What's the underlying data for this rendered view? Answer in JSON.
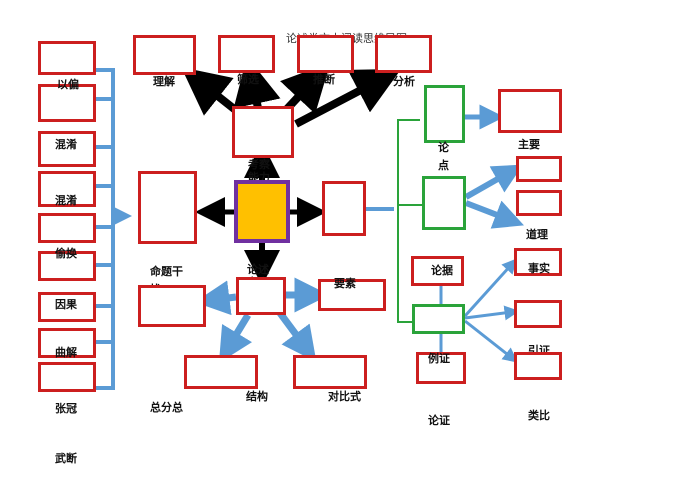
{
  "title": "论述类文本阅读思维导图",
  "center": "论述文章",
  "topic_ability": "考察能力",
  "abilities": [
    "理解",
    "筛选",
    "推断",
    "分析"
  ],
  "distractor": "命题干扰",
  "distractor_types": [
    "以偏",
    "混淆",
    "混淆",
    "偷换",
    "因果",
    "曲解",
    "张冠",
    "武断"
  ],
  "elements": "要素",
  "structure": [
    "总分总",
    "结构",
    "对比式"
  ],
  "argument_branch": {
    "lundian": "论点",
    "main_view": "主要观点",
    "reason": "道理",
    "lunju": "论据",
    "fact": "事实",
    "quote": "引证",
    "example": "例证",
    "lunzheng": "论证",
    "analogy": "类比"
  },
  "colors": {
    "red": "#cc1f1f",
    "green": "#2aa33a",
    "blue": "#5b9bd5",
    "black": "#000000",
    "center_fill": "#ffc000",
    "center_border": "#7030a0"
  }
}
